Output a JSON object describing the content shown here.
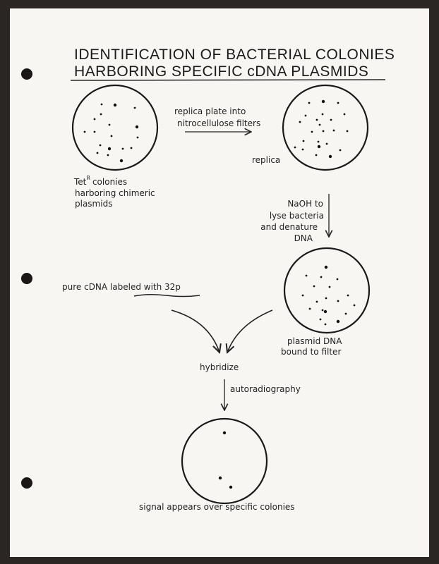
{
  "title": {
    "line1": "IDENTIFICATION OF BACTERIAL COLONIES",
    "line2": "HARBORING SPECIFIC cDNA PLASMIDS"
  },
  "step_replica": {
    "arrow_label_1": "replica plate into",
    "arrow_label_2": "nitrocellulose filters",
    "plate_label": "replica"
  },
  "original_plate": {
    "label_1": "Tet",
    "label_1_sup": "R",
    "label_1_rest": "colonies",
    "label_2": "harboring chimeric",
    "label_3": "plasmids"
  },
  "step_lyse": {
    "line1": "NaOH to",
    "line2": "lyse bacteria",
    "line3": "and denature",
    "line4": "DNA"
  },
  "probe": {
    "label": "pure cDNA labeled with 32p"
  },
  "filter": {
    "label_1": "plasmid DNA",
    "label_2": "bound to filter"
  },
  "hybridize": {
    "label": "hybridize"
  },
  "autoradiography": {
    "label": "autoradiography"
  },
  "result": {
    "label": "signal appears over specific colonies"
  }
}
